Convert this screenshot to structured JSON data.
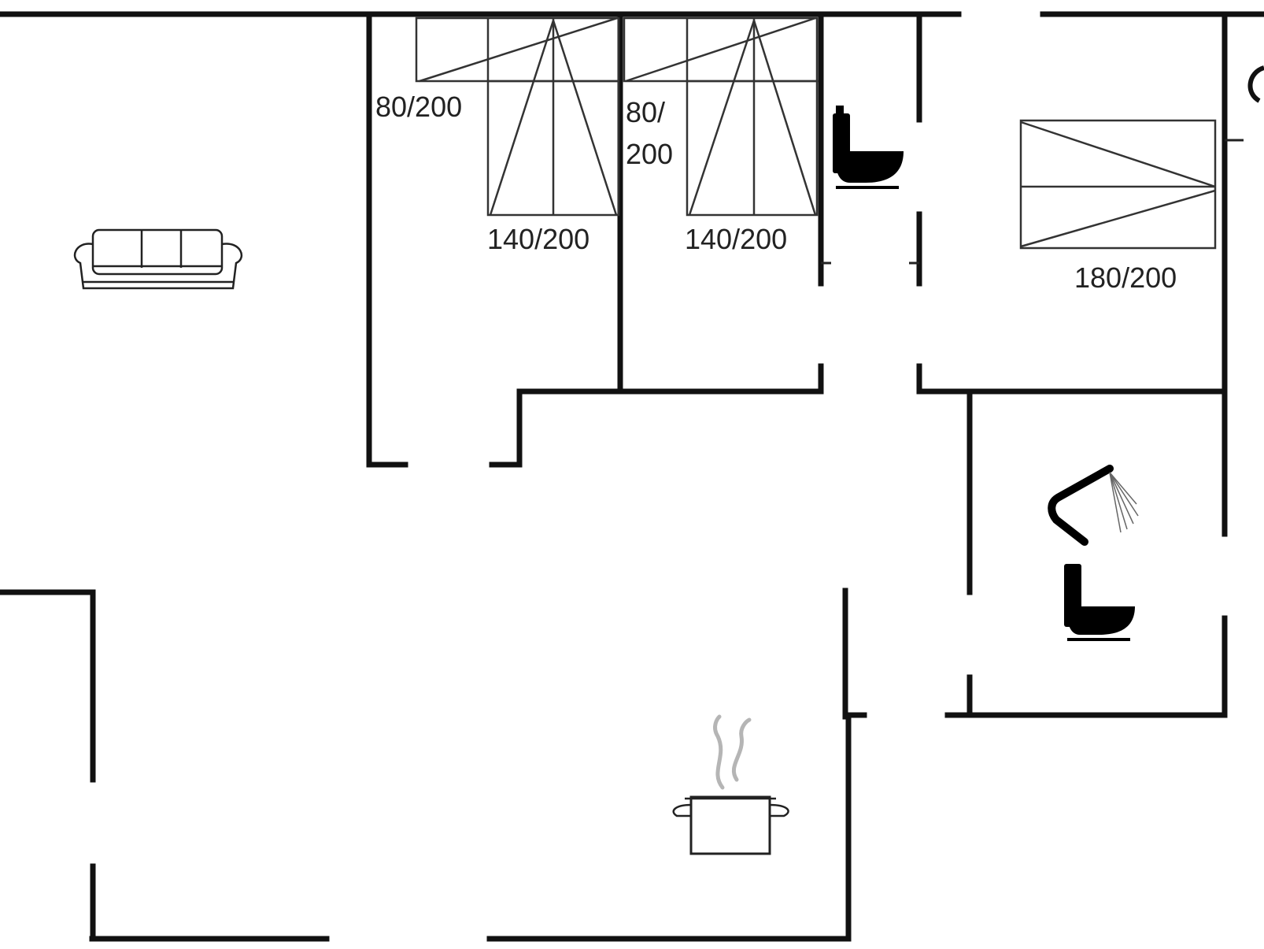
{
  "bed_labels": {
    "bunk_left": "80/200",
    "double_left": "140/200",
    "bunk_right_line1": "80/",
    "bunk_right_line2": "200",
    "double_right": "140/200",
    "double_large": "180/200"
  },
  "icons": [
    "sofa-icon",
    "toilet-icon",
    "shower-icon",
    "cooking-pot-icon"
  ],
  "colors": {
    "wall": "#111111",
    "fixture": "#000000",
    "steam": "#b5b5b5",
    "background": "#ffffff"
  }
}
